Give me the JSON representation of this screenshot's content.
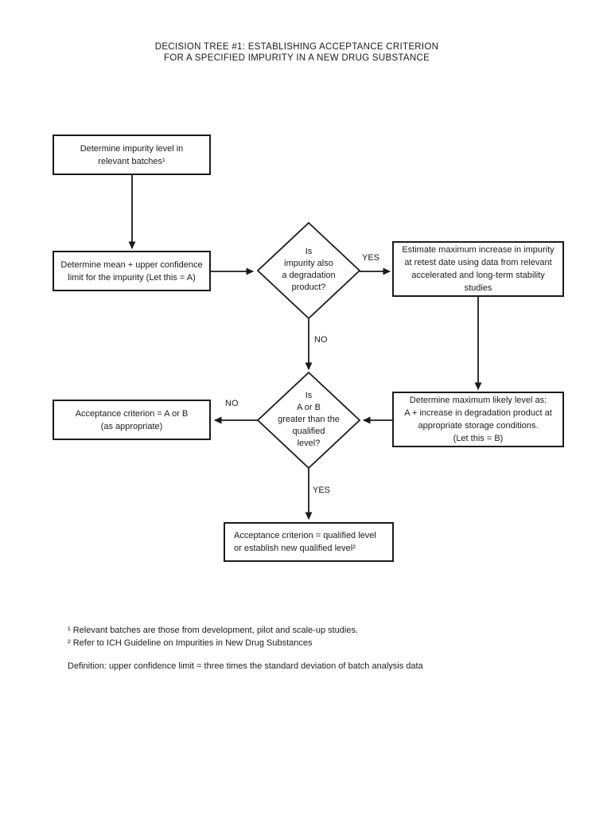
{
  "colors": {
    "text": "#1b1b1b",
    "line": "#1b1b1b",
    "background": "#ffffff"
  },
  "title": "DECISION TREE #1: ESTABLISHING ACCEPTANCE CRITERION\nFOR A SPECIFIED IMPURITY IN A NEW DRUG SUBSTANCE",
  "nodes": {
    "determine_impurity_level": "Determine impurity level in\nrelevant batches¹",
    "determine_mean": "Determine mean + upper confidence\nlimit for the impurity (Let this = A)",
    "estimate_max_increase": "Estimate maximum increase in impurity\nat retest date using data from relevant\naccelerated and long-term stability\nstudies",
    "determine_max_likely_level": "Determine maximum likely level as:\nA + increase in degradation product at\nappropriate storage conditions.\n(Let this = B)",
    "acceptance_a_or_b": "Acceptance criterion = A or B\n(as appropriate)",
    "acceptance_qualified_level": "Acceptance criterion = qualified level\nor establish new qualified level²"
  },
  "decisions": {
    "is_degradation_product": "Is\nimpurity also\na degradation\nproduct?",
    "is_greater_than_qualified": "Is\nA or B\ngreater than the\nqualified\nlevel?"
  },
  "edge_labels": {
    "yes_degradation": "YES",
    "no_degradation": "NO",
    "no_greater": "NO",
    "yes_greater": "YES"
  },
  "footnotes": {
    "note1": "¹ Relevant batches are those from development, pilot and scale-up studies.",
    "note2": "² Refer to ICH Guideline on Impurities in New Drug Substances",
    "definition": "Definition: upper confidence limit = three times the standard deviation of batch analysis data"
  }
}
